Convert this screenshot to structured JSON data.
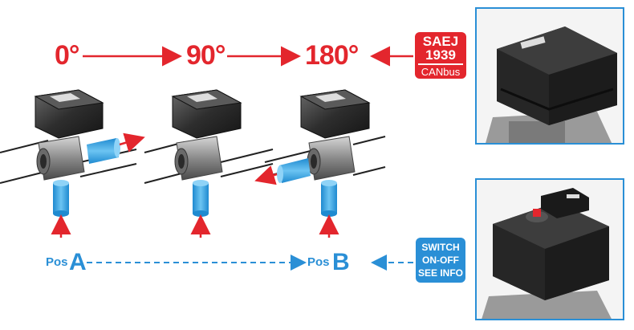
{
  "angles": [
    "0°",
    "90°",
    "180°"
  ],
  "badge_saej": {
    "line1": "SAEJ",
    "line2": "1939",
    "line3": "CANbus"
  },
  "badge_switch": {
    "line1": "SWITCH",
    "line2": "ON-OFF",
    "line3": "SEE INFO"
  },
  "positions": {
    "a_prefix": "Pos",
    "a_letter": "A",
    "b_prefix": "Pos",
    "b_letter": "B"
  },
  "colors": {
    "red": "#e3262d",
    "blue": "#2a8fd6",
    "actuator": "#2b2b2b",
    "valve": "#8a8a8a",
    "pipe": "#3ea9e3"
  },
  "icons": [
    "flow-arrow-icon",
    "actuator-icon",
    "valve-icon"
  ]
}
